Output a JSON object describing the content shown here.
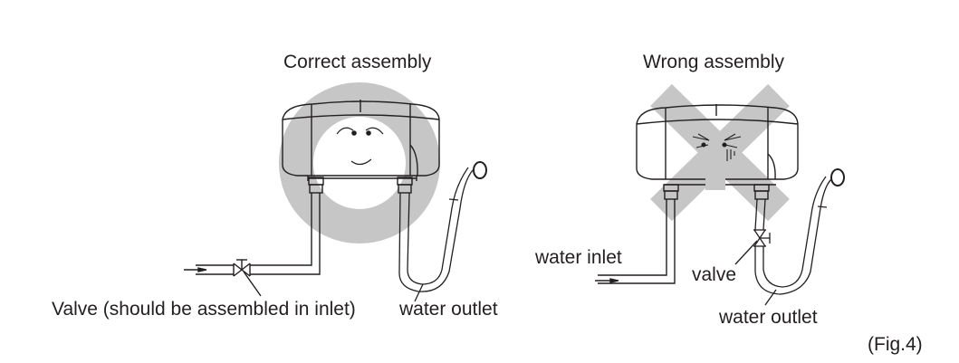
{
  "figure": {
    "caption": "(Fig.4)",
    "colors": {
      "line": "#231f20",
      "mark": "#c6c6c6",
      "background": "#ffffff"
    }
  },
  "panels": [
    {
      "title": "Correct assembly",
      "marker": "circle",
      "face": "smiling",
      "labels": {
        "valve": "Valve (should be assembled in inlet)",
        "outlet": "water outlet"
      }
    },
    {
      "title": "Wrong assembly",
      "marker": "cross",
      "face": "crying",
      "labels": {
        "inlet": "water inlet",
        "valve": "valve",
        "outlet": "water outlet"
      }
    }
  ]
}
